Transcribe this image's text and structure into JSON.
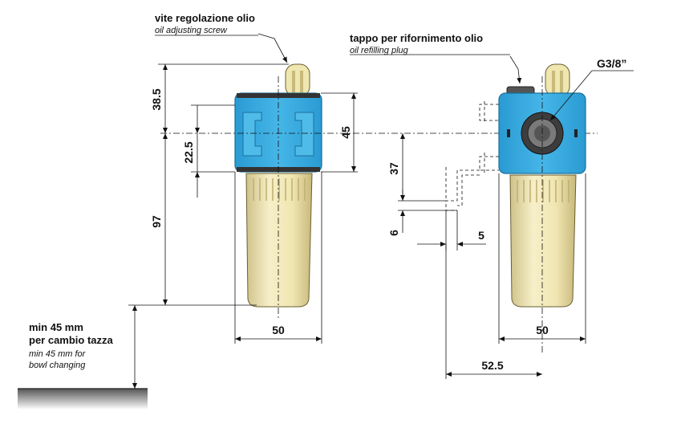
{
  "labels": {
    "screw_it": "vite regolazione olio",
    "screw_en": "oil adjusting screw",
    "plug_it": "tappo per rifornimento olio",
    "plug_en": "oil refilling plug",
    "thread": "G3/8”",
    "min_it_1": "min 45 mm",
    "min_it_2": "per cambio tazza",
    "min_en_1": "min 45 mm for",
    "min_en_2": "bowl changing"
  },
  "dimensions": {
    "height_top": "38.5",
    "height_body": "45",
    "height_mid": "22.5",
    "height_total": "97",
    "width_left": "50",
    "height_bracket": "37",
    "offset_6": "6",
    "offset_5": "5",
    "width_right": "50",
    "width_52": "52.5"
  },
  "colors": {
    "body": "#33aadd",
    "body_dark": "#1f7fb0",
    "bowl": "#efe6b0",
    "bowl_ribs": "#d8c98a",
    "plate": "#333333"
  }
}
